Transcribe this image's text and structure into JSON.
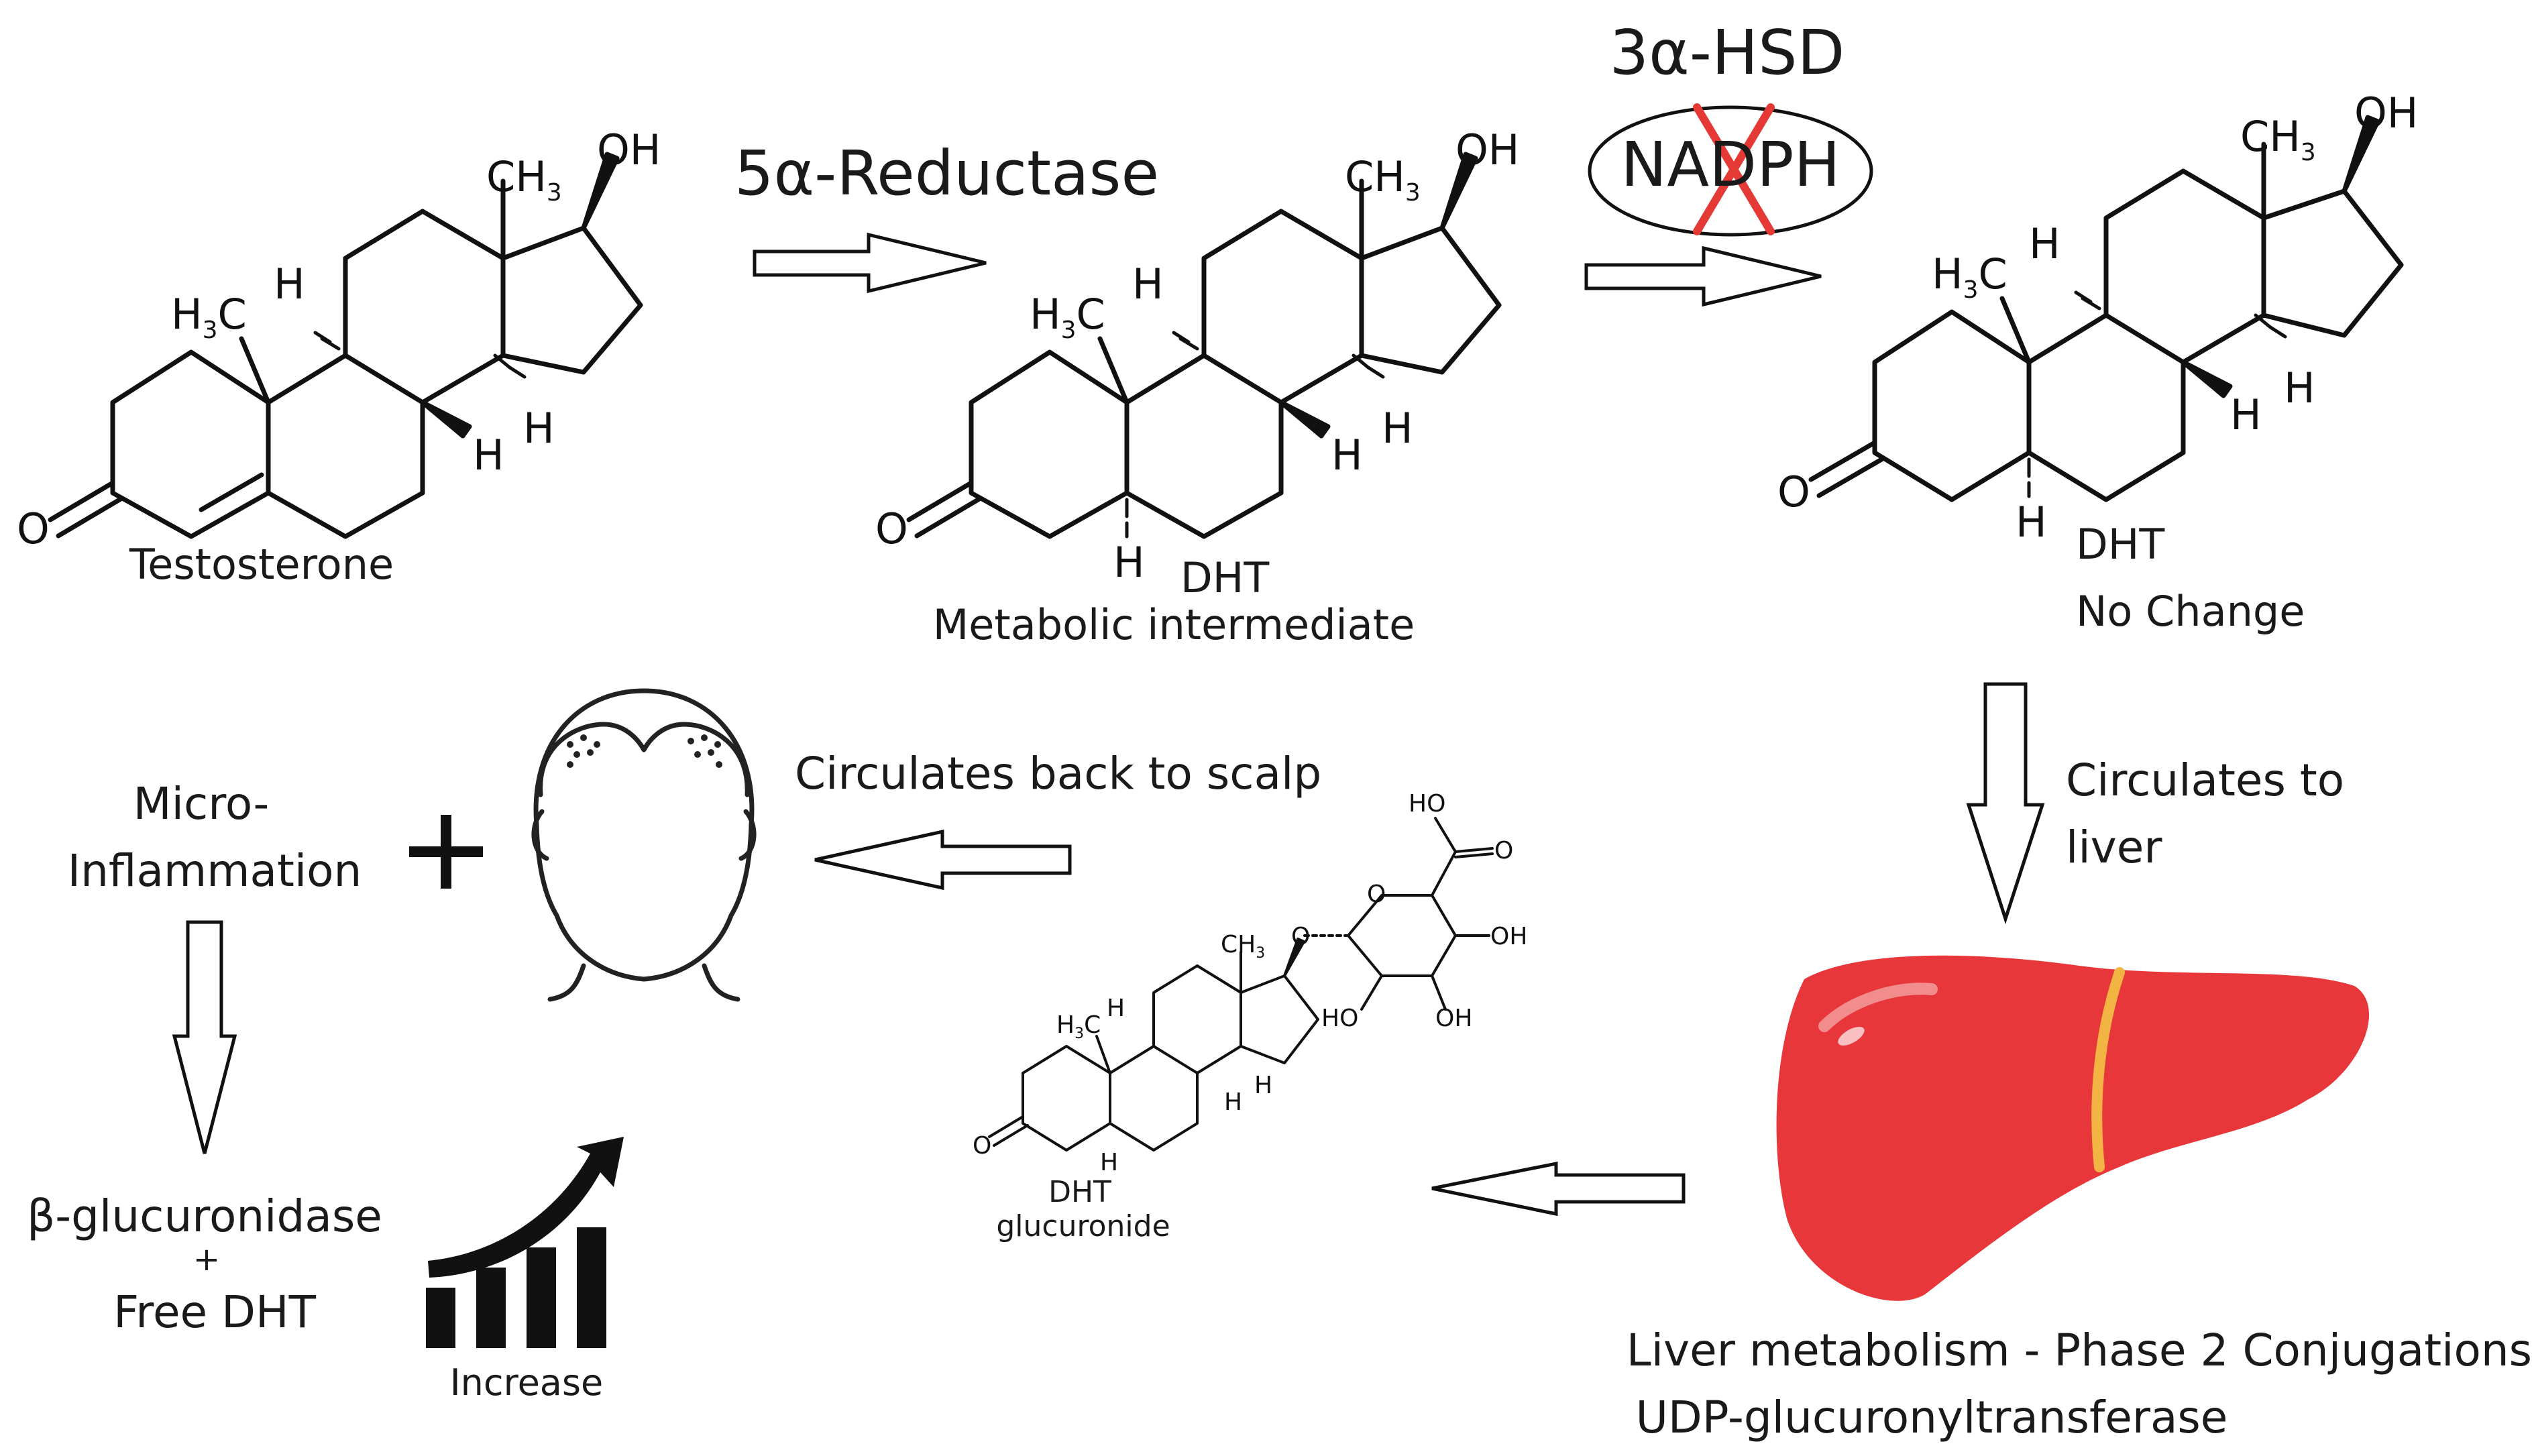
{
  "molecules": {
    "testosterone": {
      "name": "Testosterone"
    },
    "dht_intermediate": {
      "name_line1": "DHT",
      "name_line2": "Metabolic intermediate"
    },
    "dht_no_change": {
      "name_line1": "DHT",
      "name_line2": "No Change"
    },
    "dht_glucuronide": {
      "name_line1": "DHT",
      "name_line2": "glucuronide"
    }
  },
  "atom_labels": {
    "OH": "OH",
    "CH3": "CH",
    "H3C": "H",
    "C": "C",
    "sub3": "3",
    "H": "H",
    "O": "O",
    "HO": "HO"
  },
  "enzymes": {
    "reductase": "5α-Reductase",
    "hsd": "3α-HSD",
    "cofactor": "NADPH"
  },
  "process": {
    "circulates_liver_line1": "Circulates to",
    "circulates_liver_line2": "liver",
    "circulates_scalp": "Circulates back to scalp",
    "liver_line1": "Liver metabolism - Phase 2 Conjugations",
    "liver_line2": "UDP-glucuronyltransferase"
  },
  "outcome": {
    "inflammation_line1": "Micro-",
    "inflammation_line2": "Inflammation",
    "plus": "+",
    "glucuronidase": "β-glucuronidase",
    "small_plus": "+",
    "free_dht": "Free DHT",
    "increase": "Increase"
  },
  "colors": {
    "liver": "#e8373a",
    "liver_band": "#f2b544",
    "cross": "#e53935",
    "ink": "#1a1a1a"
  }
}
